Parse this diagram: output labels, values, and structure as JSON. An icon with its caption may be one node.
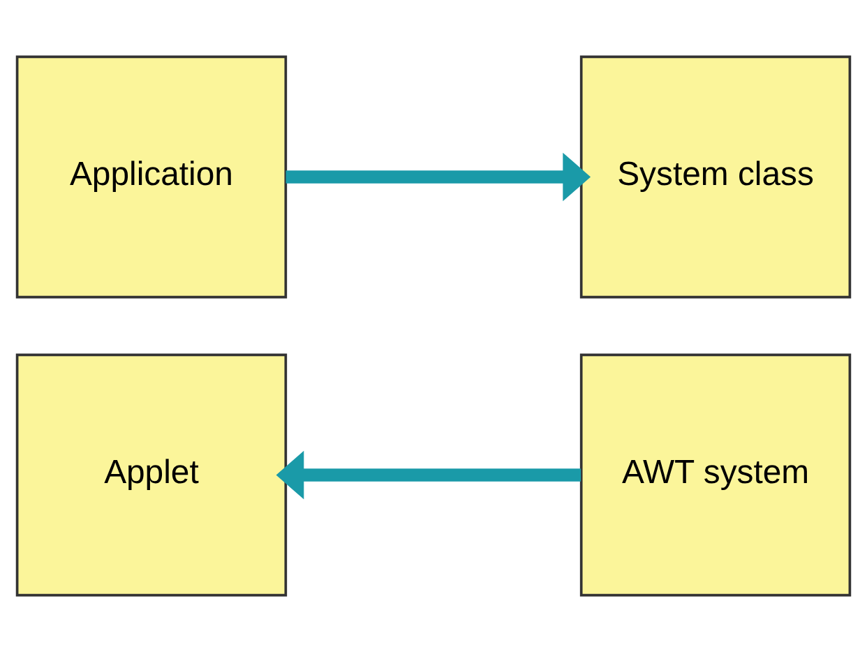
{
  "diagram": {
    "nodes": [
      {
        "text": [
          "Application"
        ]
      },
      {
        "text": [
          "System class"
        ]
      },
      {
        "text": [
          "Applet"
        ]
      },
      {
        "text": [
          "AWT system"
        ]
      }
    ],
    "edges": [
      {
        "from": 0,
        "to": 1,
        "arrow": "to"
      },
      {
        "from": 3,
        "to": 2,
        "arrow": "to"
      }
    ]
  }
}
